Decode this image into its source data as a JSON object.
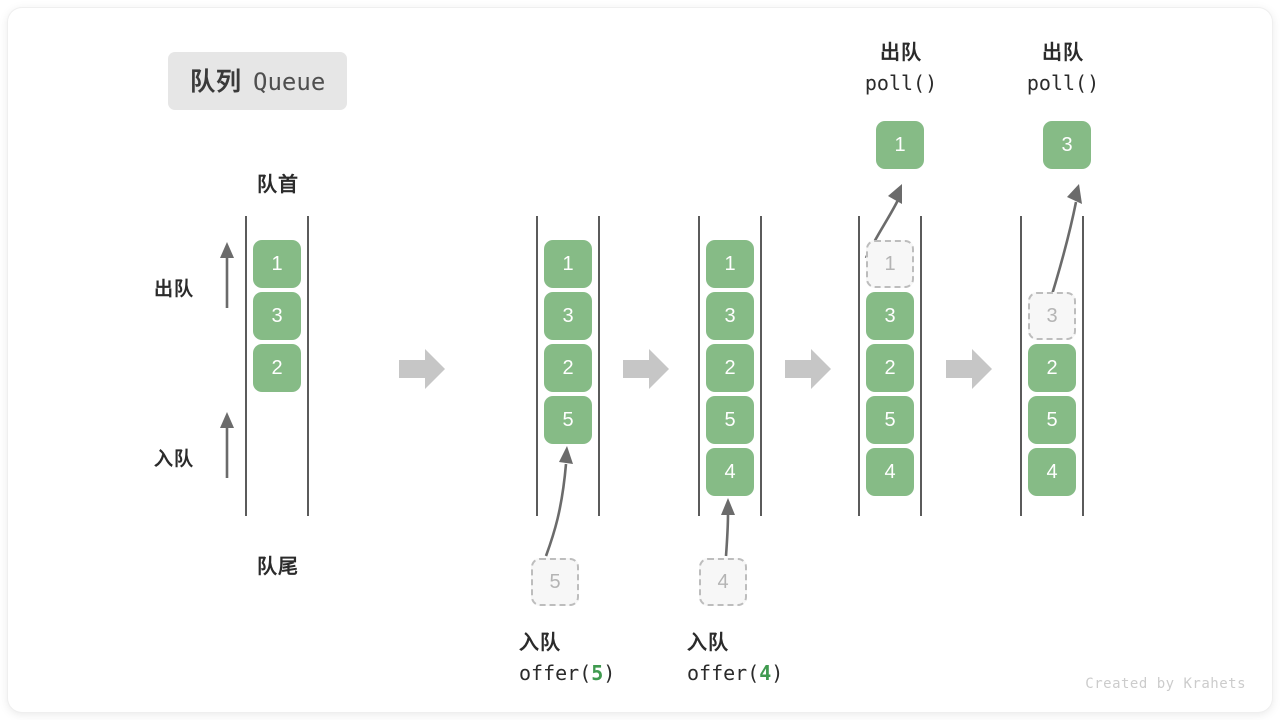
{
  "title": {
    "cn": "队列",
    "en": "Queue"
  },
  "labels": {
    "head": "队首",
    "tail": "队尾",
    "dequeue_side": "出队",
    "enqueue_side": "入队"
  },
  "colors": {
    "cell_fill": "#86bb86",
    "cell_text": "#ffffff",
    "ghost_fill": "#f7f7f7",
    "ghost_border": "#bdbdbd",
    "ghost_text": "#b4b4b4",
    "rail": "#5b5b5b",
    "arrow": "#6b6b6b",
    "step_arrow": "#c6c6c6",
    "badge_bg": "#e6e6e6",
    "code_number": "#3f9a4f",
    "footer_text": "#cccccc"
  },
  "stages": [
    {
      "id": "initial",
      "cells": [
        "1",
        "3",
        "2"
      ],
      "ghost_index": -1,
      "top_offset_slots": 0
    },
    {
      "id": "after-offer-5",
      "cells": [
        "1",
        "3",
        "2",
        "5"
      ],
      "ghost_index": -1,
      "top_offset_slots": 0,
      "incoming": {
        "value": "5",
        "caption_cn": "入队",
        "caption_code_prefix": "offer(",
        "caption_code_num": "5",
        "caption_code_suffix": ")"
      }
    },
    {
      "id": "after-offer-4",
      "cells": [
        "1",
        "3",
        "2",
        "5",
        "4"
      ],
      "ghost_index": -1,
      "top_offset_slots": 0,
      "incoming": {
        "value": "4",
        "caption_cn": "入队",
        "caption_code_prefix": "offer(",
        "caption_code_num": "4",
        "caption_code_suffix": ")"
      }
    },
    {
      "id": "after-poll-1",
      "cells": [
        "1",
        "3",
        "2",
        "5",
        "4"
      ],
      "ghost_index": 0,
      "top_offset_slots": 0,
      "outgoing": {
        "value": "1",
        "caption_cn": "出队",
        "caption_code": "poll()"
      }
    },
    {
      "id": "after-poll-3",
      "cells": [
        "3",
        "2",
        "5",
        "4"
      ],
      "ghost_index": 0,
      "top_offset_slots": 1,
      "outgoing": {
        "value": "3",
        "caption_cn": "出队",
        "caption_code": "poll()"
      }
    }
  ],
  "step_arrows": 4,
  "footer": "Created by Krahets"
}
